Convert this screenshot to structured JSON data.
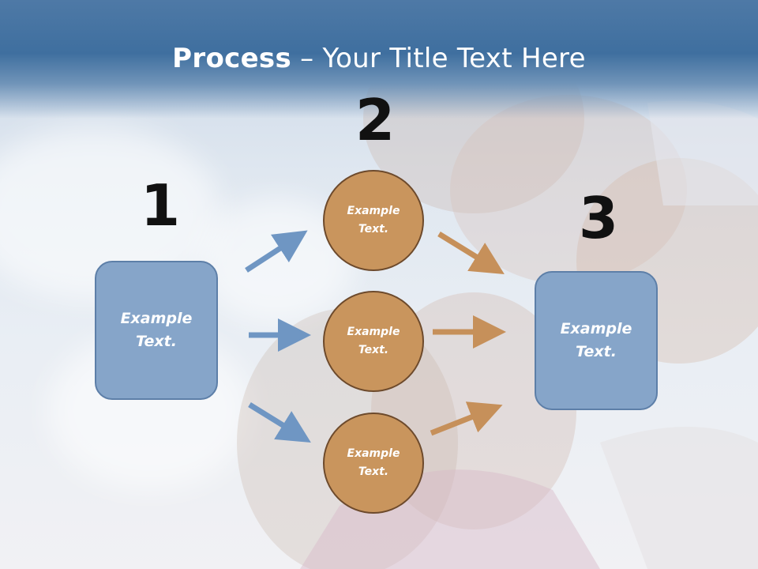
{
  "slide": {
    "title_bold": "Process",
    "title_rest": " – Your Title Text Here",
    "colors": {
      "header": "#4e79a6",
      "box_fill": "#86a5c9",
      "circle_fill": "#c9955d",
      "arrow_blue": "#6f96c3",
      "arrow_orange": "#c6905a"
    }
  },
  "steps": {
    "num1": "1",
    "num2": "2",
    "num3": "3"
  },
  "boxes": {
    "left": "Example\nText.",
    "right": "Example\nText."
  },
  "circles": {
    "top": "Example\nText.",
    "middle": "Example\nText.",
    "bottom": "Example\nText."
  }
}
